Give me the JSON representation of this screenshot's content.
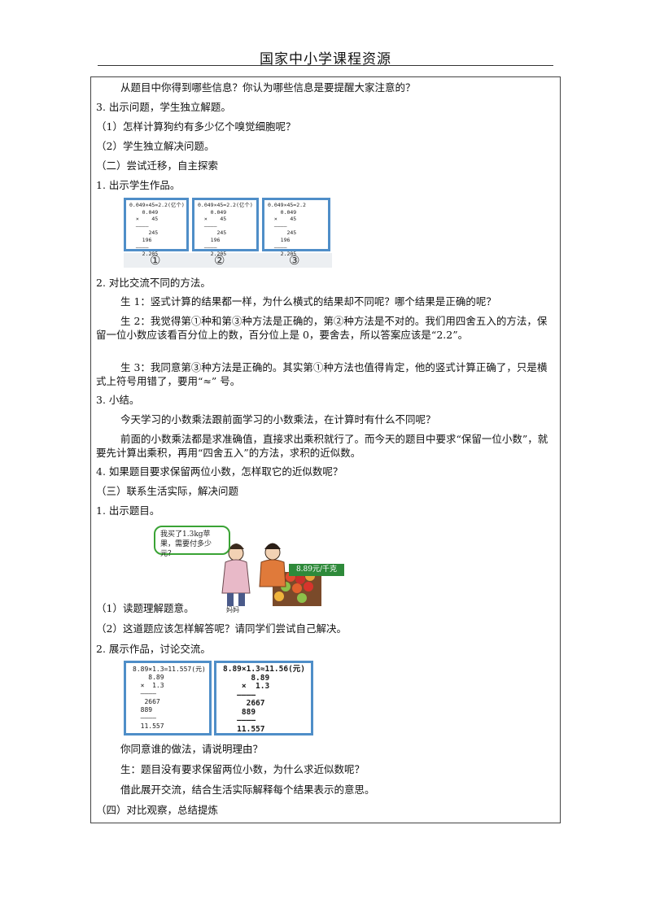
{
  "header": {
    "title": "国家中小学课程资源"
  },
  "lines": {
    "l1": "从题目中你得到哪些信息？你认为哪些信息是要提醒大家注意的？",
    "l2": "3. 出示问题，学生独立解题。",
    "l3": "（1）怎样计算狗约有多少亿个嗅觉细胞呢？",
    "l4": "（2）学生独立解决问题。",
    "l5": "（二）尝试迁移，自主探索",
    "l6": "1. 出示学生作品。",
    "l7": "2. 对比交流不同的方法。",
    "l8": "生 1：竖式计算的结果都一样，为什么横式的结果却不同呢？哪个结果是正确的呢？",
    "p1": "生 2：我觉得第①种和第③种方法是正确的，第②种方法是不对的。我们用四舍五入的方法，保留一位小数应该看百分位上的数，百分位上是 0，要舍去，所以答案应该是“2.2”。",
    "p2": "生 3：我同意第③种方法是正确的。其实第①种方法也值得肯定，他的竖式计算正确了，只是横式上符号用错了，要用“≈” 号。",
    "l9": "3. 小结。",
    "l10": "今天学习的小数乘法跟前面学习的小数乘法，在计算时有什么不同呢？",
    "p3": "前面的小数乘法都是求准确值，直接求出乘积就行了。而今天的题目中要求“保留一位小数”，就要先计算出乘积，再用“四舍五入”的方法，求积的近似数。",
    "l11": "4. 如果题目要求保留两位小数，怎样取它的近似数呢？",
    "l12": "（三）联系生活实际，解决问题",
    "l13": "1. 出示题目。",
    "l14": "（1）读题理解题意。",
    "l15": "（2）这道题应该怎样解答呢？请同学们尝试自己解决。",
    "l16": "2. 展示作品，讨论交流。",
    "l17": "你同意谁的做法，请说明理由？",
    "l18": "生：题目没有要求保留两位小数，为什么求近似数呢？",
    "l19": "借此展开交流，结合生活实际解释每个结果表示的意思。",
    "l20": "（四）对比观察，总结提炼"
  },
  "student_works": [
    {
      "label": "①",
      "text": "0.049×45=2.2(亿个)\n    0.049\n  ×    45\n  ————\n      245\n    196\n  ————\n    2.205"
    },
    {
      "label": "②",
      "text": "0.049×45≈2.2(亿个)\n    0.049\n  ×    45\n  ————\n      245\n    196\n  ————\n    2.205"
    },
    {
      "label": "③",
      "text": "0.049×45≈2.2\n    0.049\n  ×    45\n  ————\n      245\n    196\n  ————\n    2.205"
    }
  ],
  "problem_image": {
    "speech": "我买了1.3kg苹果，需要付多少元？",
    "price": "8.89元/千克",
    "caption": "妈妈"
  },
  "shown_works": [
    {
      "text": "8.89×1.3=11.557(元)\n    8.89\n  ×  1.3\n  ————\n   2667\n  889\n  ————\n  11.557"
    },
    {
      "text": "8.89×1.3≈11.56(元)\n      8.89\n    ×  1.3\n   ————\n     2667\n    889\n   ————\n   11.557"
    }
  ]
}
